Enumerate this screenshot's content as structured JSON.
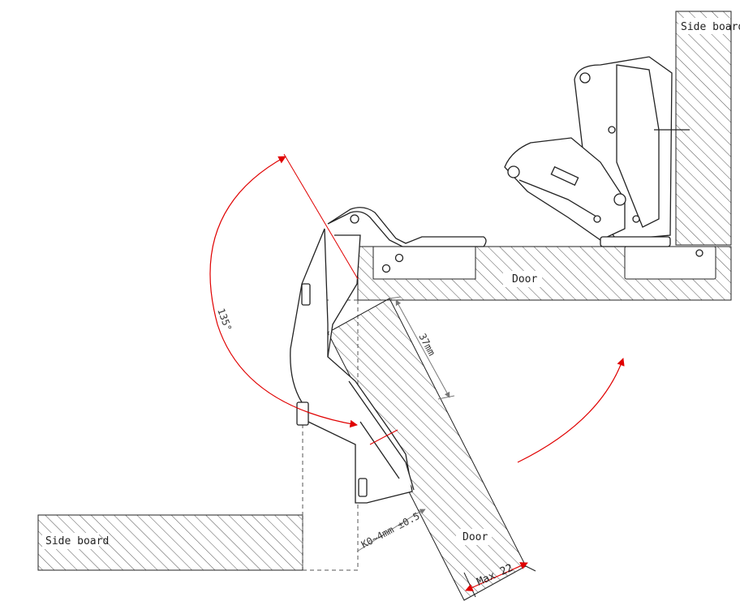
{
  "labels": {
    "side_board_top": "Side board",
    "side_board_bottom": "Side board",
    "door_top": "Door",
    "door_bottom": "Door",
    "angle": "135°",
    "cup_distance": "37mm",
    "overlay": "K0~4mm ±0.5",
    "max_thickness": "Max 22"
  },
  "colors": {
    "line": "#222222",
    "hatch": "#555555",
    "dimension": "#777777",
    "accent": "#e00000"
  }
}
